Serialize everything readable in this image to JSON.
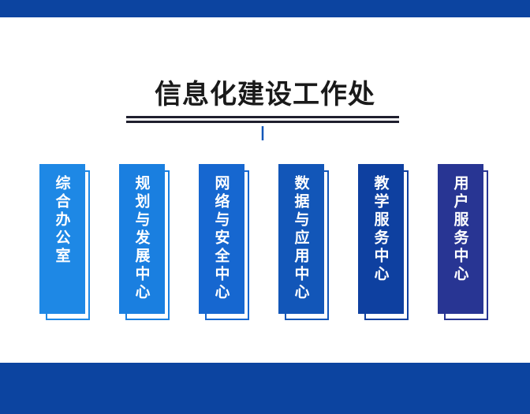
{
  "title": "信息化建设工作处",
  "nodes": [
    {
      "label": "综合办公室",
      "color": "#1e88e5"
    },
    {
      "label": "规划与发展中心",
      "color": "#1a7fe0"
    },
    {
      "label": "网络与安全中心",
      "color": "#1667d0"
    },
    {
      "label": "数据与应用中心",
      "color": "#1256b8"
    },
    {
      "label": "教学服务中心",
      "color": "#0e40a0"
    },
    {
      "label": "用户服务中心",
      "color": "#283593"
    }
  ],
  "colors": {
    "band": "#0c44a0",
    "connector_left": "#1e88e5",
    "connector_right": "#283593"
  }
}
